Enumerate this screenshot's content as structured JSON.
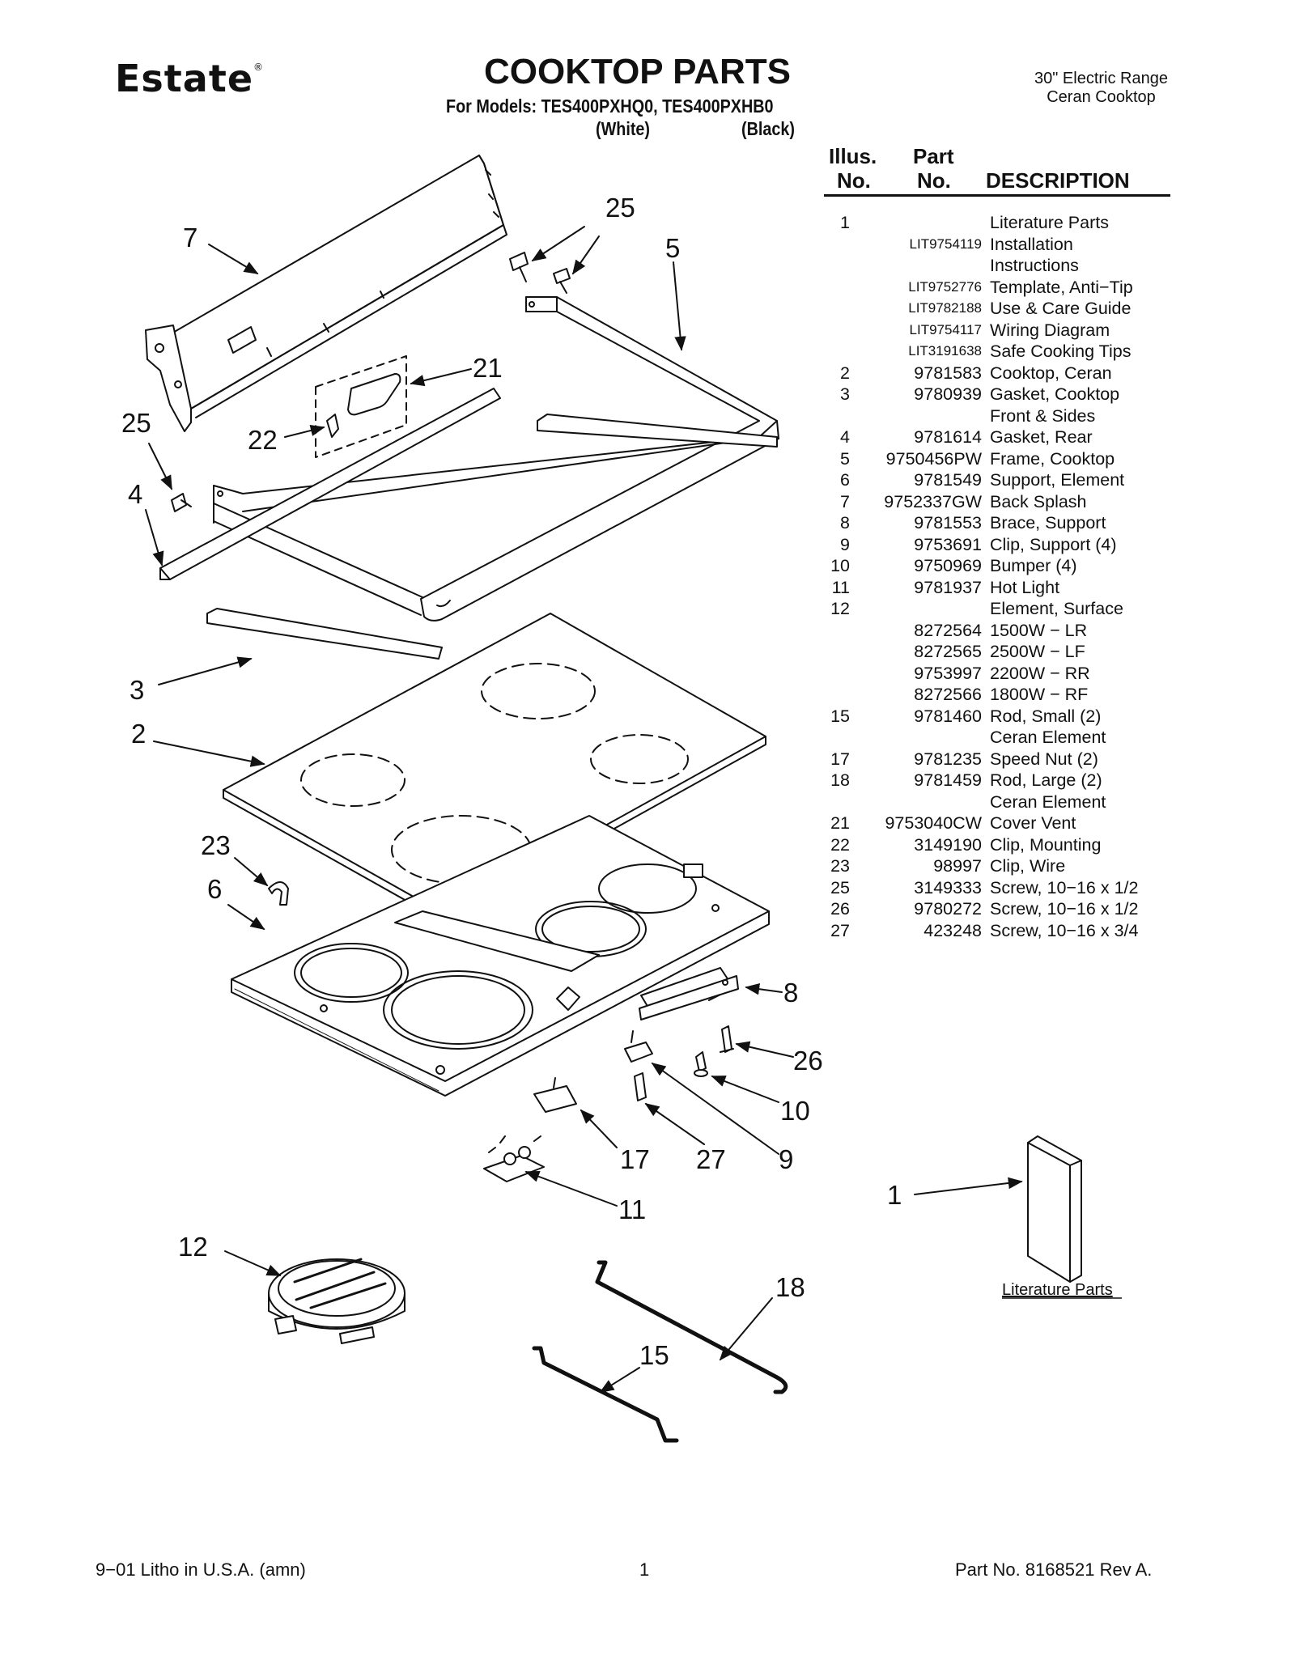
{
  "header": {
    "brand": "Estate",
    "brand_mark": "®",
    "title": "COOKTOP PARTS",
    "subtitle": "For Models: TES400PXHQ0, TES400PXHB0",
    "color_white": "(White)",
    "color_black": "(Black)",
    "range_line1": "30\" Electric Range",
    "range_line2": "Ceran Cooktop"
  },
  "table": {
    "col_illus_1": "Illus.",
    "col_illus_2": "No.",
    "col_part_1": "Part",
    "col_part_2": "No.",
    "col_desc": "DESCRIPTION",
    "rows": [
      {
        "illus": "1",
        "part": "",
        "desc": "Literature Parts"
      },
      {
        "illus": "",
        "part": "LIT9754119",
        "desc": "Installation"
      },
      {
        "illus": "",
        "part": "",
        "desc": "Instructions"
      },
      {
        "illus": "",
        "part": "LIT9752776",
        "desc": "Template, Anti−Tip"
      },
      {
        "illus": "",
        "part": "LIT9782188",
        "desc": "Use & Care Guide"
      },
      {
        "illus": "",
        "part": "LIT9754117",
        "desc": "Wiring Diagram"
      },
      {
        "illus": "",
        "part": "LIT3191638",
        "desc": "Safe Cooking Tips"
      },
      {
        "illus": "2",
        "part": "9781583",
        "desc": "Cooktop, Ceran"
      },
      {
        "illus": "3",
        "part": "9780939",
        "desc": "Gasket, Cooktop"
      },
      {
        "illus": "",
        "part": "",
        "desc": "Front & Sides"
      },
      {
        "illus": "4",
        "part": "9781614",
        "desc": "Gasket, Rear"
      },
      {
        "illus": "5",
        "part": "9750456PW",
        "desc": "Frame, Cooktop"
      },
      {
        "illus": "6",
        "part": "9781549",
        "desc": "Support, Element"
      },
      {
        "illus": "7",
        "part": "9752337GW",
        "desc": "Back Splash"
      },
      {
        "illus": "8",
        "part": "9781553",
        "desc": "Brace, Support"
      },
      {
        "illus": "9",
        "part": "9753691",
        "desc": "Clip, Support (4)"
      },
      {
        "illus": "10",
        "part": "9750969",
        "desc": "Bumper (4)"
      },
      {
        "illus": "11",
        "part": "9781937",
        "desc": "Hot Light"
      },
      {
        "illus": "12",
        "part": "",
        "desc": "Element, Surface"
      },
      {
        "illus": "",
        "part": "8272564",
        "desc": "1500W − LR"
      },
      {
        "illus": "",
        "part": "8272565",
        "desc": "2500W − LF"
      },
      {
        "illus": "",
        "part": "9753997",
        "desc": "2200W − RR"
      },
      {
        "illus": "",
        "part": "8272566",
        "desc": "1800W − RF"
      },
      {
        "illus": "15",
        "part": "9781460",
        "desc": "Rod, Small (2)"
      },
      {
        "illus": "",
        "part": "",
        "desc": "Ceran Element"
      },
      {
        "illus": "17",
        "part": "9781235",
        "desc": "Speed Nut (2)"
      },
      {
        "illus": "18",
        "part": "9781459",
        "desc": "Rod, Large (2)"
      },
      {
        "illus": "",
        "part": "",
        "desc": "Ceran Element"
      },
      {
        "illus": "21",
        "part": "9753040CW",
        "desc": "Cover Vent"
      },
      {
        "illus": "22",
        "part": "3149190",
        "desc": "Clip, Mounting"
      },
      {
        "illus": "23",
        "part": "98997",
        "desc": "Clip, Wire"
      },
      {
        "illus": "25",
        "part": "3149333",
        "desc": "Screw, 10−16 x 1/2"
      },
      {
        "illus": "26",
        "part": "9780272",
        "desc": "Screw, 10−16 x 1/2"
      },
      {
        "illus": "27",
        "part": "423248",
        "desc": "Screw, 10−16 x 3/4"
      }
    ]
  },
  "diagram": {
    "callouts": {
      "c1": "1",
      "c2": "2",
      "c3": "3",
      "c4": "4",
      "c5": "5",
      "c6": "6",
      "c7": "7",
      "c8": "8",
      "c9": "9",
      "c10": "10",
      "c11": "11",
      "c12": "12",
      "c15": "15",
      "c17": "17",
      "c18": "18",
      "c21": "21",
      "c22": "22",
      "c23": "23",
      "c25a": "25",
      "c25b": "25",
      "c26": "26",
      "c27": "27"
    },
    "literature_label": "Literature Parts"
  },
  "footer": {
    "left": "9−01 Litho in U.S.A. (amn)",
    "page": "1",
    "right": "Part No. 8168521 Rev A."
  }
}
